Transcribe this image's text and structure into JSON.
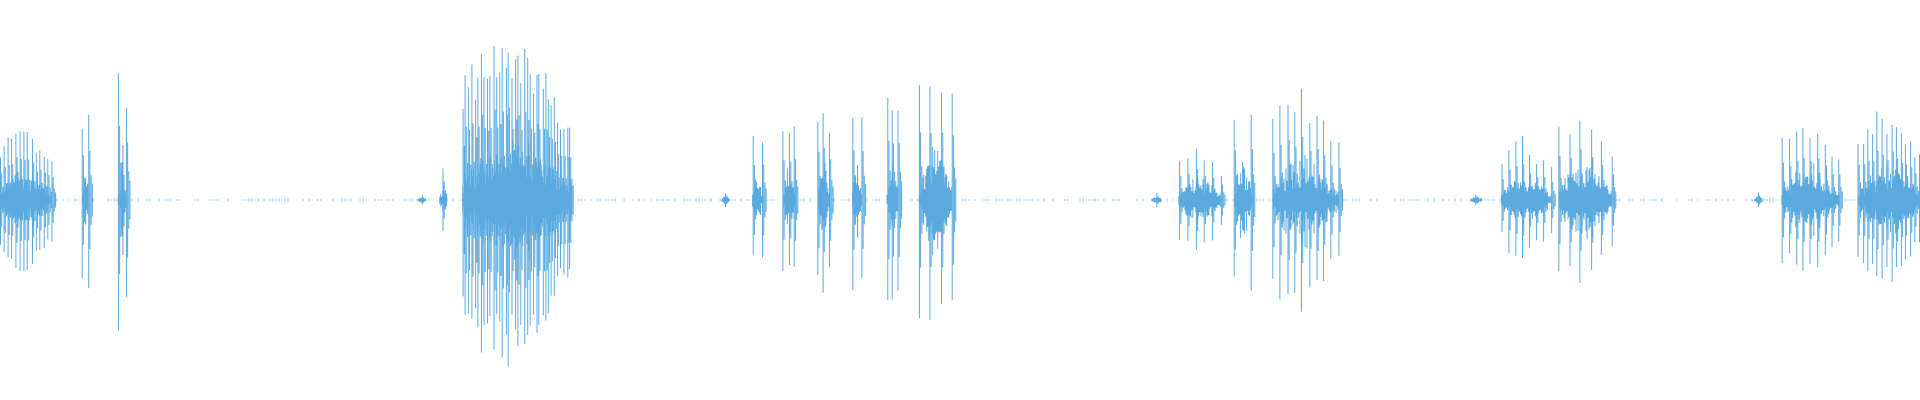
{
  "waveform": {
    "color": "#5aaae0",
    "bursts": [
      {
        "start": 0.0,
        "end": 0.027,
        "amp": 0.4,
        "peaks": 14
      },
      {
        "start": 0.043,
        "end": 0.046,
        "amp": 0.5,
        "peaks": 2
      },
      {
        "start": 0.062,
        "end": 0.066,
        "amp": 0.68,
        "peaks": 2
      },
      {
        "start": 0.218,
        "end": 0.222,
        "amp": 0.03,
        "peaks": 1
      },
      {
        "start": 0.229,
        "end": 0.233,
        "amp": 0.18,
        "peaks": 1
      },
      {
        "start": 0.241,
        "end": 0.297,
        "amp": 0.86,
        "peaks": 36
      },
      {
        "start": 0.376,
        "end": 0.38,
        "amp": 0.05,
        "peaks": 1
      },
      {
        "start": 0.392,
        "end": 0.397,
        "amp": 0.35,
        "peaks": 2
      },
      {
        "start": 0.408,
        "end": 0.414,
        "amp": 0.43,
        "peaks": 3
      },
      {
        "start": 0.426,
        "end": 0.432,
        "amp": 0.48,
        "peaks": 3
      },
      {
        "start": 0.444,
        "end": 0.449,
        "amp": 0.54,
        "peaks": 2
      },
      {
        "start": 0.462,
        "end": 0.468,
        "amp": 0.58,
        "peaks": 3
      },
      {
        "start": 0.479,
        "end": 0.496,
        "amp": 0.74,
        "peaks": 4
      },
      {
        "start": 0.6,
        "end": 0.605,
        "amp": 0.04,
        "peaks": 1
      },
      {
        "start": 0.614,
        "end": 0.636,
        "amp": 0.3,
        "peaks": 6
      },
      {
        "start": 0.643,
        "end": 0.652,
        "amp": 0.52,
        "peaks": 2
      },
      {
        "start": 0.663,
        "end": 0.697,
        "amp": 0.58,
        "peaks": 10
      },
      {
        "start": 0.766,
        "end": 0.772,
        "amp": 0.03,
        "peaks": 1
      },
      {
        "start": 0.782,
        "end": 0.808,
        "amp": 0.33,
        "peaks": 8
      },
      {
        "start": 0.812,
        "end": 0.84,
        "amp": 0.54,
        "peaks": 6
      },
      {
        "start": 0.914,
        "end": 0.918,
        "amp": 0.05,
        "peaks": 1
      },
      {
        "start": 0.928,
        "end": 0.958,
        "amp": 0.46,
        "peaks": 9
      },
      {
        "start": 0.968,
        "end": 1.0,
        "amp": 0.48,
        "peaks": 14
      }
    ]
  }
}
